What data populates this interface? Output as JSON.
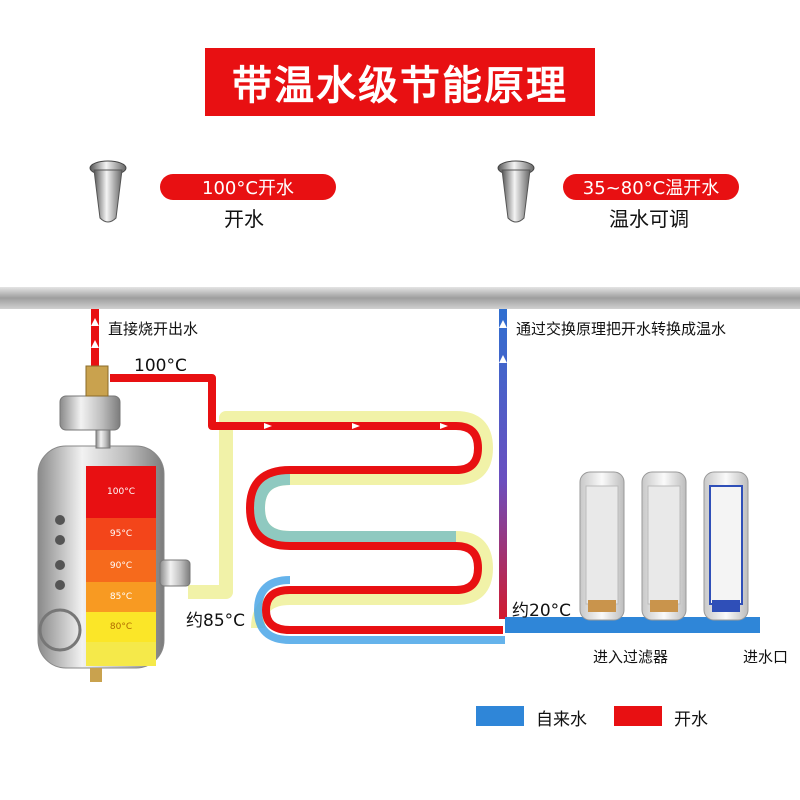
{
  "title": "带温水级节能原理",
  "taps": [
    {
      "tag": "100°C开水",
      "caption": "开水"
    },
    {
      "tag": "35~80°C温开水",
      "caption": "温水可调"
    }
  ],
  "notes": {
    "direct_boil": "直接烧开出水",
    "exchange": "通过交换原理把开水转换成温水",
    "temp_100": "100°C",
    "temp_85": "约85°C",
    "temp_20": "约20°C",
    "enter_filter": "进入过滤器",
    "water_inlet": "进水口"
  },
  "tank_levels": [
    "100°C",
    "95°C",
    "90°C",
    "85°C",
    "80°C"
  ],
  "legend": [
    {
      "label": "自来水",
      "color": "#2f86d8"
    },
    {
      "label": "开水",
      "color": "#e81012"
    }
  ],
  "colors": {
    "hot": "#e81012",
    "cold": "#2f86d8",
    "warm": "#f3f3a0",
    "pipe": "#b5b5b5"
  }
}
